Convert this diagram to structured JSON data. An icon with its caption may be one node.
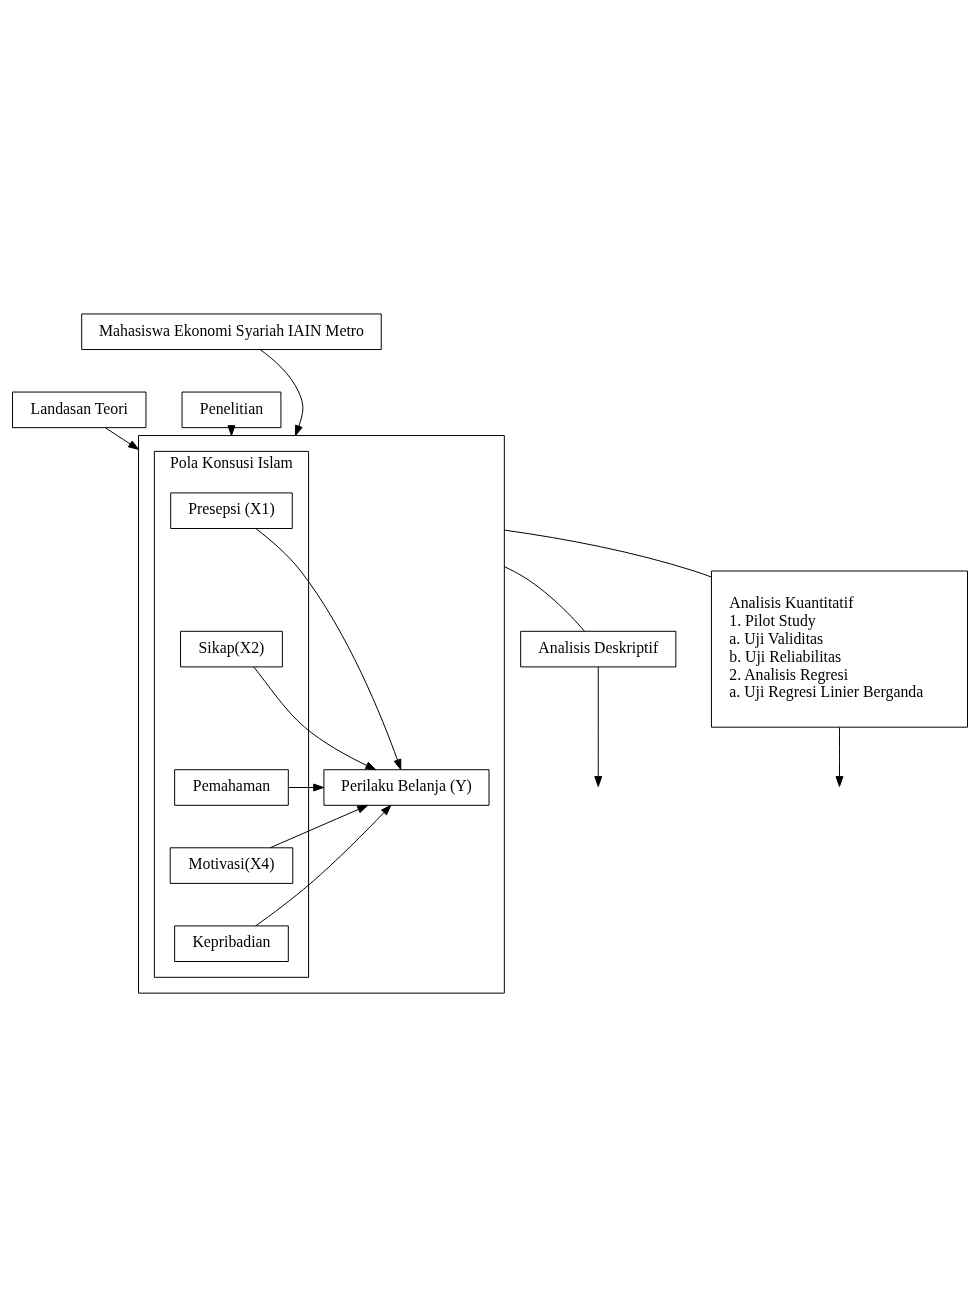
{
  "diagram": {
    "nodes": [
      {
        "text": [
          "Mahasiswa Ekonomi Syariah IAIN Metro"
        ]
      },
      {
        "text": [
          "Landasan Teori"
        ]
      },
      {
        "text": [
          "Penelitian"
        ]
      },
      {
        "text": [],
        "shape": "box"
      },
      {
        "text": [
          "Pola Konsusi Islam"
        ],
        "in": 3
      },
      {
        "text": [
          "Presepsi (X1)"
        ],
        "in": 4
      },
      {
        "text": [
          "Sikap(X2)"
        ],
        "in": 4
      },
      {
        "text": [
          "Pemahaman"
        ],
        "in": 4
      },
      {
        "text": [
          "Motivasi(X4)"
        ],
        "in": 4
      },
      {
        "text": [
          "Kepribadian"
        ],
        "in": 4
      },
      {
        "text": [
          "Perilaku Belanja (Y)"
        ],
        "in": 3
      },
      {
        "text": [
          "Analisis Deskriptif"
        ]
      },
      {
        "text": [
          "Analisis Kuantitatif",
          "1. Pilot Study",
          "a. Uji Validitas",
          "b. Uji Reliabilitas",
          "2. Analisis Regresi",
          "a. Uji Regresi Linier Berganda"
        ]
      }
    ],
    "edges": [
      {
        "from": 0,
        "to": 3,
        "arrow": "to"
      },
      {
        "from": 1,
        "to": 3,
        "arrow": "to"
      },
      {
        "from": 2,
        "to": 3,
        "arrow": "to"
      },
      {
        "from": 5,
        "to": 10,
        "arrow": "to"
      },
      {
        "from": 6,
        "to": 10,
        "arrow": "to"
      },
      {
        "from": 7,
        "to": 10,
        "arrow": "to"
      },
      {
        "from": 8,
        "to": 10,
        "arrow": "to"
      },
      {
        "from": 9,
        "to": 10,
        "arrow": "to"
      },
      {
        "from": 3,
        "to": 11,
        "arrow": "none"
      },
      {
        "from": 3,
        "to": 12,
        "arrow": "none"
      },
      {
        "from": 11,
        "to": null,
        "arrow": "to"
      },
      {
        "from": 12,
        "to": null,
        "arrow": "to"
      }
    ]
  }
}
